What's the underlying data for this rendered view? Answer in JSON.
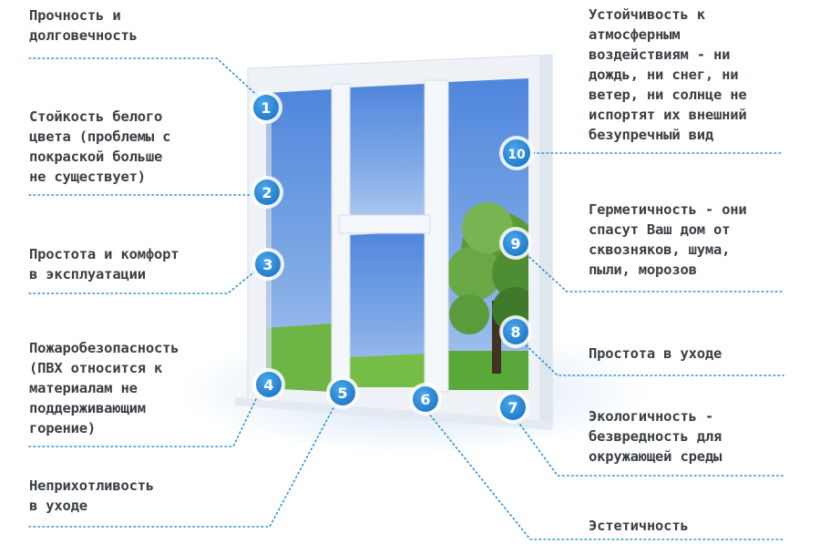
{
  "features": [
    {
      "num": "1",
      "text": "Прочность и\nдолговечность"
    },
    {
      "num": "2",
      "text": "Стойкость белого\nцвета (проблемы с\nпокраской больше\nне существует)"
    },
    {
      "num": "3",
      "text": "Простота и комфорт\nв эксплуатации"
    },
    {
      "num": "4",
      "text": "Пожаробезопасность\n(ПВХ относится к\nматериалам не\nподдерживающим\nгорение)"
    },
    {
      "num": "5",
      "text": "Неприхотливость\nв уходе"
    },
    {
      "num": "6",
      "text": "Эстетичность"
    },
    {
      "num": "7",
      "text": "Экологичность -\nбезвредность для\nокружающей среды"
    },
    {
      "num": "8",
      "text": "Простота в уходе"
    },
    {
      "num": "9",
      "text": "Герметичность - они\nспасут Ваш дом от\nсквозняков, шума,\nпыли, морозов"
    },
    {
      "num": "10",
      "text": "Устойчивость к\nатмосферным\nвоздействиям - ни\nдождь, ни снег, ни\nветер, ни солнце не\nиспортят их внешний\nбезупречный вид"
    }
  ],
  "colors": {
    "accent": "#2a8fd6",
    "badge": "#2f8fd8",
    "text": "#3a3f45",
    "glass": "#6f9fe0",
    "frame": "#f1f4f7"
  }
}
